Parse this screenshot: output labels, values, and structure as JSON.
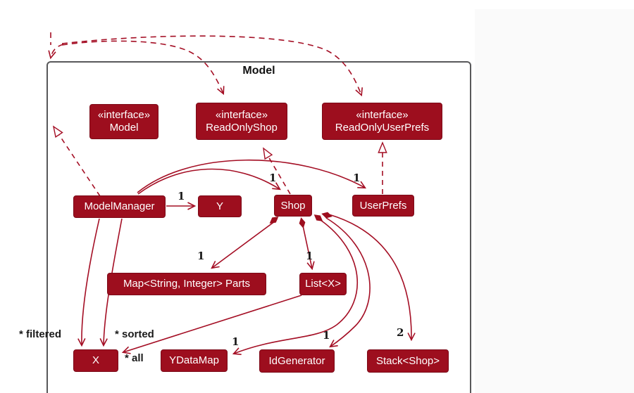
{
  "frame": {
    "title": "Model"
  },
  "nodes": {
    "interface_model": {
      "stereotype": "«interface»",
      "name": "Model"
    },
    "interface_readonlyshop": {
      "stereotype": "«interface»",
      "name": "ReadOnlyShop"
    },
    "interface_readonlyuserprefs": {
      "stereotype": "«interface»",
      "name": "ReadOnlyUserPrefs"
    },
    "modelmanager": {
      "name": "ModelManager"
    },
    "y": {
      "name": "Y"
    },
    "shop": {
      "name": "Shop"
    },
    "userprefs": {
      "name": "UserPrefs"
    },
    "map_parts": {
      "name": "Map<String, Integer> Parts"
    },
    "list_x": {
      "name": "List<X>"
    },
    "x": {
      "name": "X"
    },
    "ydatamap": {
      "name": "YDataMap"
    },
    "idgenerator": {
      "name": "IdGenerator"
    },
    "stack_shop": {
      "name": "Stack<Shop>"
    }
  },
  "multiplicities": {
    "y": "1",
    "shop": "1",
    "userprefs": "1",
    "map_parts": "1",
    "list_x": "1",
    "ydatamap": "1",
    "idgenerator": "1",
    "stack_shop": "2"
  },
  "role_labels": {
    "filtered": "* filtered",
    "sorted": "* sorted",
    "all": "* all"
  },
  "edges": [
    {
      "from": "external",
      "to": "Model frame",
      "type": "dashed-dependency"
    },
    {
      "from": "external",
      "to": "ReadOnlyShop",
      "type": "dashed-dependency"
    },
    {
      "from": "external",
      "to": "ReadOnlyUserPrefs",
      "type": "dashed-dependency"
    },
    {
      "from": "ModelManager",
      "to": "Model",
      "type": "realization"
    },
    {
      "from": "Shop",
      "to": "ReadOnlyShop",
      "type": "realization"
    },
    {
      "from": "UserPrefs",
      "to": "ReadOnlyUserPrefs",
      "type": "realization"
    },
    {
      "from": "ModelManager",
      "to": "Y",
      "type": "association",
      "multiplicity": "1"
    },
    {
      "from": "ModelManager",
      "to": "Shop",
      "type": "association",
      "multiplicity": "1"
    },
    {
      "from": "ModelManager",
      "to": "UserPrefs",
      "type": "association",
      "multiplicity": "1"
    },
    {
      "from": "ModelManager",
      "to": "X",
      "type": "association",
      "label": "* filtered"
    },
    {
      "from": "ModelManager",
      "to": "X",
      "type": "association",
      "label": "* sorted"
    },
    {
      "from": "Shop",
      "to": "Map<String, Integer> Parts",
      "type": "composition",
      "multiplicity": "1"
    },
    {
      "from": "Shop",
      "to": "List<X>",
      "type": "composition",
      "multiplicity": "1"
    },
    {
      "from": "Shop",
      "to": "YDataMap",
      "type": "composition",
      "multiplicity": "1"
    },
    {
      "from": "Shop",
      "to": "IdGenerator",
      "type": "composition",
      "multiplicity": "1"
    },
    {
      "from": "Shop",
      "to": "Stack<Shop>",
      "type": "composition",
      "multiplicity": "2"
    },
    {
      "from": "List<X>",
      "to": "X",
      "type": "association",
      "label": "* all"
    }
  ],
  "colors": {
    "node_fill": "#9d0e1e",
    "node_border": "#7c0a18",
    "node_text": "#ffffff",
    "edge": "#a40e24",
    "frame_border": "#58585a",
    "label_text": "#1a1a1a",
    "side_panel": "#fafafa",
    "background": "#ffffff"
  }
}
